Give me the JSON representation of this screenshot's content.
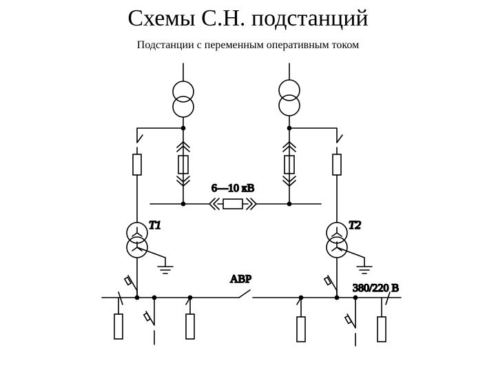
{
  "page": {
    "title": "Схемы С.Н. подстанций",
    "subtitle": "Подстанции с переменным оперативным током"
  },
  "diagram": {
    "labels": {
      "hv_bus": "6—10 кВ",
      "transformer_1": "T1",
      "transformer_2": "T2",
      "auto_transfer": "АВР",
      "lv_bus": "380/220 В"
    }
  }
}
